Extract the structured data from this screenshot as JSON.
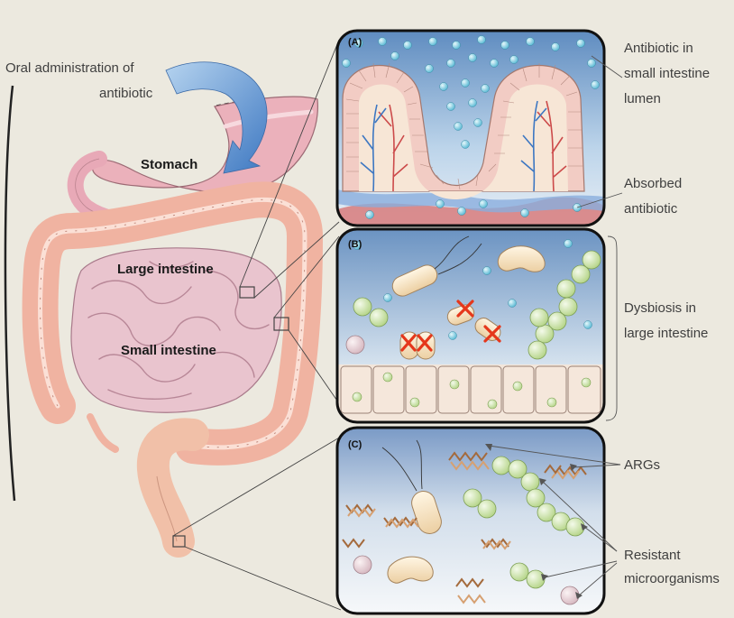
{
  "labels": {
    "oral_line1": "Oral administration of",
    "oral_line2": "antibiotic",
    "stomach": "Stomach",
    "large_intestine": "Large intestine",
    "small_intestine": "Small intestine"
  },
  "panels": {
    "a": {
      "tag": "(A)",
      "callout_lumen": [
        "Antibiotic in",
        "small intestine",
        "lumen"
      ],
      "callout_absorbed": [
        "Absorbed",
        "antibiotic"
      ]
    },
    "b": {
      "tag": "(B)",
      "callout": [
        "Dysbiosis in",
        "large intestine"
      ]
    },
    "c": {
      "tag": "(C)",
      "callout_args": "ARGs",
      "callout_resistant": [
        "Resistant",
        "microorganisms"
      ]
    }
  },
  "colors": {
    "background": "#ece9df",
    "gut": "#f2b7a6",
    "stomach": "#e9a8b3",
    "small_intestine": "#e7c2cc",
    "arrow": "#4d86c8",
    "antibiotic_dot": "#7ecce0",
    "microbe_green": "#cfe3a8",
    "rod_bacteria": "#f5e0bf",
    "blood_red": "#cc4a4a",
    "blood_blue": "#3d77c2",
    "inhibit_cross": "#e5371b"
  }
}
